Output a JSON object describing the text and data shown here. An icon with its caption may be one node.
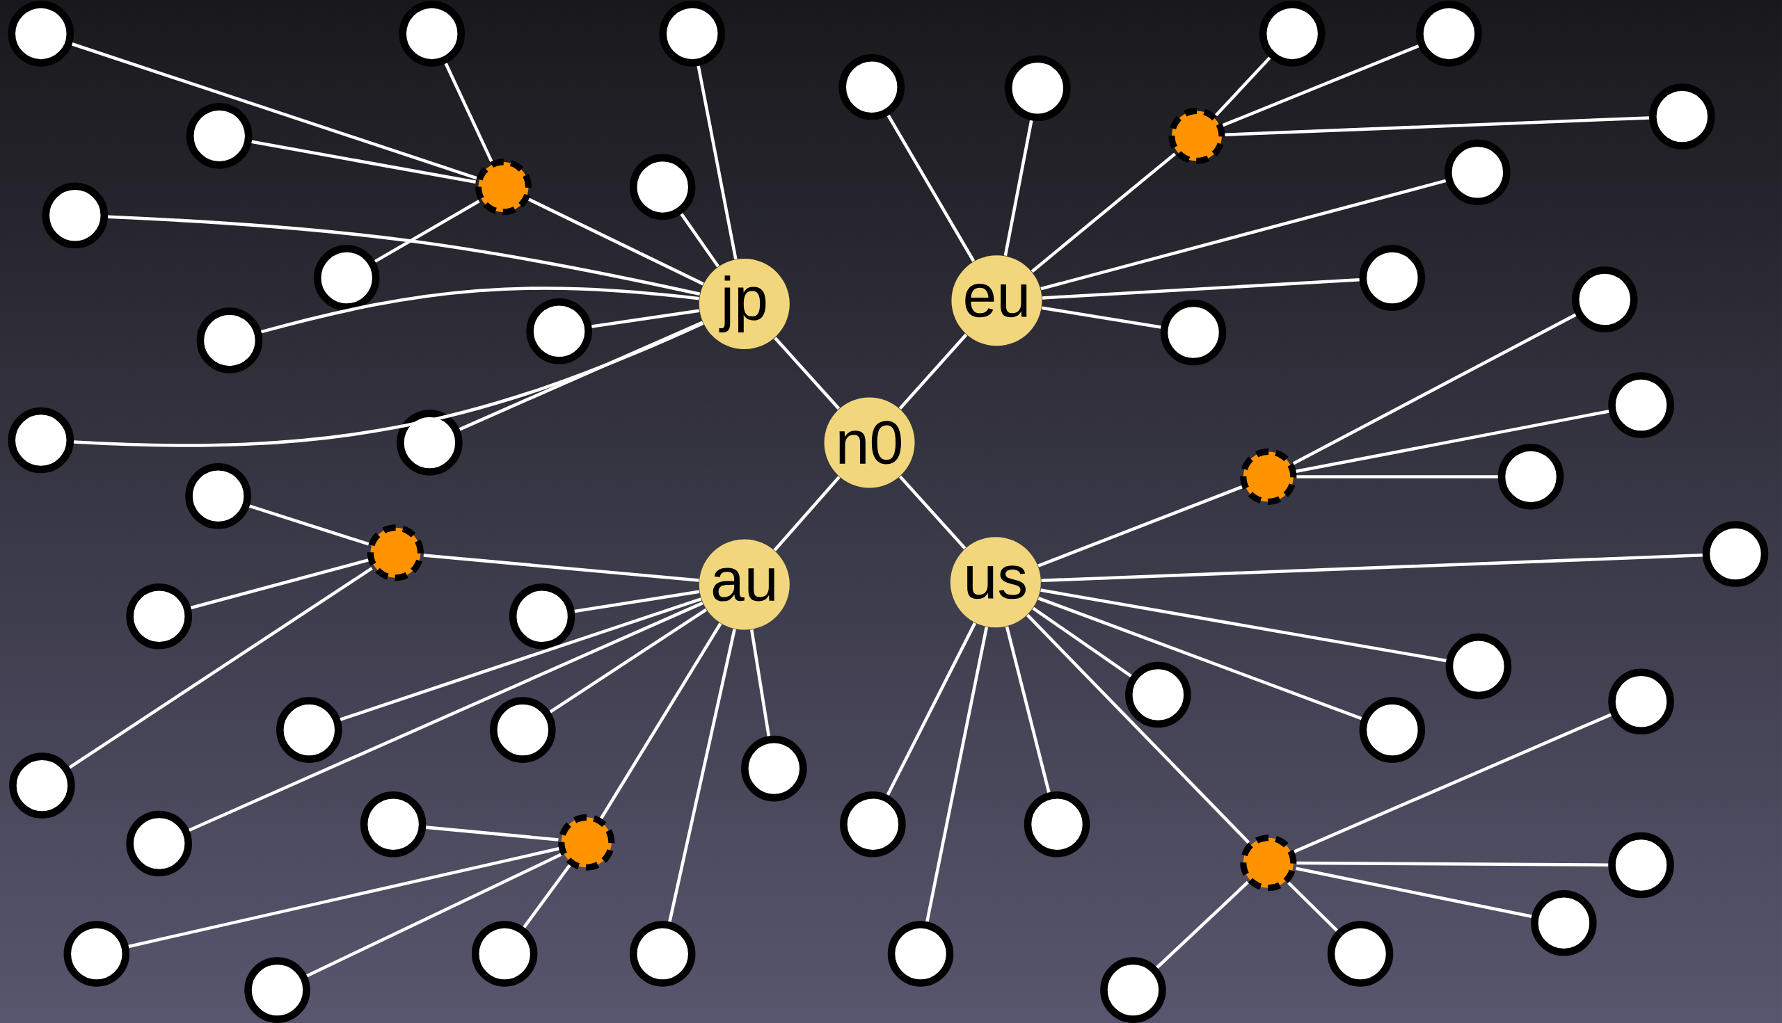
{
  "diagram": {
    "nodes": [
      {
        "text": [
          "jp"
        ]
      },
      {
        "text": [
          "eu"
        ]
      },
      {
        "text": [
          "n0"
        ]
      },
      {
        "text": [
          "au"
        ]
      },
      {
        "text": [
          "us"
        ]
      },
      {
        "text": [],
        "shape": "circle"
      },
      {
        "text": [],
        "shape": "circle"
      },
      {
        "text": [],
        "shape": "circle"
      },
      {
        "text": [],
        "shape": "circle"
      },
      {
        "text": [],
        "shape": "circle"
      },
      {
        "text": [],
        "shape": "circle"
      },
      {
        "text": [],
        "shape": "circle"
      },
      {
        "text": [],
        "shape": "circle"
      },
      {
        "text": [],
        "shape": "circle"
      },
      {
        "text": [],
        "shape": "circle"
      },
      {
        "text": [],
        "shape": "circle"
      },
      {
        "text": [],
        "shape": "circle"
      },
      {
        "text": [],
        "shape": "circle"
      },
      {
        "text": [],
        "shape": "circle"
      },
      {
        "text": [],
        "shape": "circle"
      },
      {
        "text": [],
        "shape": "circle"
      },
      {
        "text": [],
        "shape": "circle"
      },
      {
        "text": [],
        "shape": "circle"
      },
      {
        "text": [],
        "shape": "circle"
      },
      {
        "text": [],
        "shape": "circle"
      },
      {
        "text": [],
        "shape": "circle"
      },
      {
        "text": [],
        "shape": "circle"
      },
      {
        "text": [],
        "shape": "circle"
      },
      {
        "text": [],
        "shape": "circle"
      },
      {
        "text": [],
        "shape": "circle"
      },
      {
        "text": [],
        "shape": "circle"
      },
      {
        "text": [],
        "shape": "circle"
      },
      {
        "text": [],
        "shape": "circle"
      },
      {
        "text": [],
        "shape": "circle"
      },
      {
        "text": [],
        "shape": "circle"
      },
      {
        "text": [],
        "shape": "circle"
      },
      {
        "text": [],
        "shape": "circle"
      },
      {
        "text": [],
        "shape": "circle"
      },
      {
        "text": [],
        "shape": "circle"
      },
      {
        "text": [],
        "shape": "circle"
      },
      {
        "text": [],
        "shape": "circle"
      },
      {
        "text": [],
        "shape": "circle"
      },
      {
        "text": [],
        "shape": "circle"
      },
      {
        "text": [],
        "shape": "circle"
      },
      {
        "text": [],
        "shape": "circle"
      },
      {
        "text": [],
        "shape": "circle"
      },
      {
        "text": [],
        "shape": "circle"
      },
      {
        "text": [],
        "shape": "circle"
      },
      {
        "text": [],
        "shape": "circle"
      },
      {
        "text": [],
        "shape": "circle"
      },
      {
        "text": [],
        "shape": "circle"
      },
      {
        "text": [],
        "shape": "circle"
      },
      {
        "text": [],
        "shape": "circle"
      },
      {
        "text": [],
        "shape": "circle"
      },
      {
        "text": [],
        "shape": "circle"
      },
      {
        "text": [],
        "shape": "circle"
      },
      {
        "text": [],
        "shape": "circle"
      },
      {
        "text": [],
        "shape": "circle"
      }
    ],
    "edges": [
      {
        "from": 2,
        "to": 0,
        "arrow": "none"
      },
      {
        "from": 2,
        "to": 1,
        "arrow": "none"
      },
      {
        "from": 2,
        "to": 3,
        "arrow": "none"
      },
      {
        "from": 2,
        "to": 4,
        "arrow": "none"
      },
      {
        "from": 0,
        "to": 15,
        "arrow": "none"
      },
      {
        "from": 0,
        "to": 7,
        "arrow": "none"
      },
      {
        "from": 0,
        "to": 16,
        "arrow": "none"
      },
      {
        "from": 0,
        "to": 18,
        "arrow": "none"
      },
      {
        "from": 0,
        "to": 23,
        "arrow": "none"
      },
      {
        "from": 0,
        "to": 24,
        "arrow": "none"
      },
      {
        "from": 0,
        "to": 26,
        "arrow": "none"
      },
      {
        "from": 0,
        "to": 27,
        "arrow": "none"
      },
      {
        "from": 15,
        "to": 5,
        "arrow": "none"
      },
      {
        "from": 15,
        "to": 6,
        "arrow": "none"
      },
      {
        "from": 15,
        "to": 14,
        "arrow": "none"
      },
      {
        "from": 15,
        "to": 19,
        "arrow": "none"
      },
      {
        "from": 1,
        "to": 10,
        "arrow": "none"
      },
      {
        "from": 1,
        "to": 11,
        "arrow": "none"
      },
      {
        "from": 1,
        "to": 13,
        "arrow": "none"
      },
      {
        "from": 1,
        "to": 17,
        "arrow": "none"
      },
      {
        "from": 1,
        "to": 20,
        "arrow": "none"
      },
      {
        "from": 1,
        "to": 22,
        "arrow": "none"
      },
      {
        "from": 13,
        "to": 8,
        "arrow": "none"
      },
      {
        "from": 13,
        "to": 9,
        "arrow": "none"
      },
      {
        "from": 13,
        "to": 12,
        "arrow": "none"
      },
      {
        "from": 3,
        "to": 31,
        "arrow": "none"
      },
      {
        "from": 3,
        "to": 33,
        "arrow": "none"
      },
      {
        "from": 3,
        "to": 38,
        "arrow": "none"
      },
      {
        "from": 3,
        "to": 39,
        "arrow": "none"
      },
      {
        "from": 3,
        "to": 47,
        "arrow": "none"
      },
      {
        "from": 3,
        "to": 46,
        "arrow": "none"
      },
      {
        "from": 3,
        "to": 53,
        "arrow": "none"
      },
      {
        "from": 3,
        "to": 41,
        "arrow": "none"
      },
      {
        "from": 31,
        "to": 30,
        "arrow": "none"
      },
      {
        "from": 31,
        "to": 34,
        "arrow": "none"
      },
      {
        "from": 31,
        "to": 42,
        "arrow": "none"
      },
      {
        "from": 46,
        "to": 43,
        "arrow": "none"
      },
      {
        "from": 46,
        "to": 51,
        "arrow": "none"
      },
      {
        "from": 46,
        "to": 56,
        "arrow": "none"
      },
      {
        "from": 46,
        "to": 52,
        "arrow": "none"
      },
      {
        "from": 4,
        "to": 29,
        "arrow": "none"
      },
      {
        "from": 4,
        "to": 32,
        "arrow": "none"
      },
      {
        "from": 4,
        "to": 35,
        "arrow": "none"
      },
      {
        "from": 4,
        "to": 40,
        "arrow": "none"
      },
      {
        "from": 4,
        "to": 36,
        "arrow": "none"
      },
      {
        "from": 4,
        "to": 48,
        "arrow": "none"
      },
      {
        "from": 4,
        "to": 44,
        "arrow": "none"
      },
      {
        "from": 4,
        "to": 54,
        "arrow": "none"
      },
      {
        "from": 4,
        "to": 45,
        "arrow": "none"
      },
      {
        "from": 29,
        "to": 21,
        "arrow": "none"
      },
      {
        "from": 29,
        "to": 25,
        "arrow": "none"
      },
      {
        "from": 29,
        "to": 28,
        "arrow": "none"
      },
      {
        "from": 48,
        "to": 37,
        "arrow": "none"
      },
      {
        "from": 48,
        "to": 49,
        "arrow": "none"
      },
      {
        "from": 48,
        "to": 50,
        "arrow": "none"
      },
      {
        "from": 48,
        "to": 55,
        "arrow": "none"
      },
      {
        "from": 48,
        "to": 57,
        "arrow": "none"
      }
    ]
  }
}
